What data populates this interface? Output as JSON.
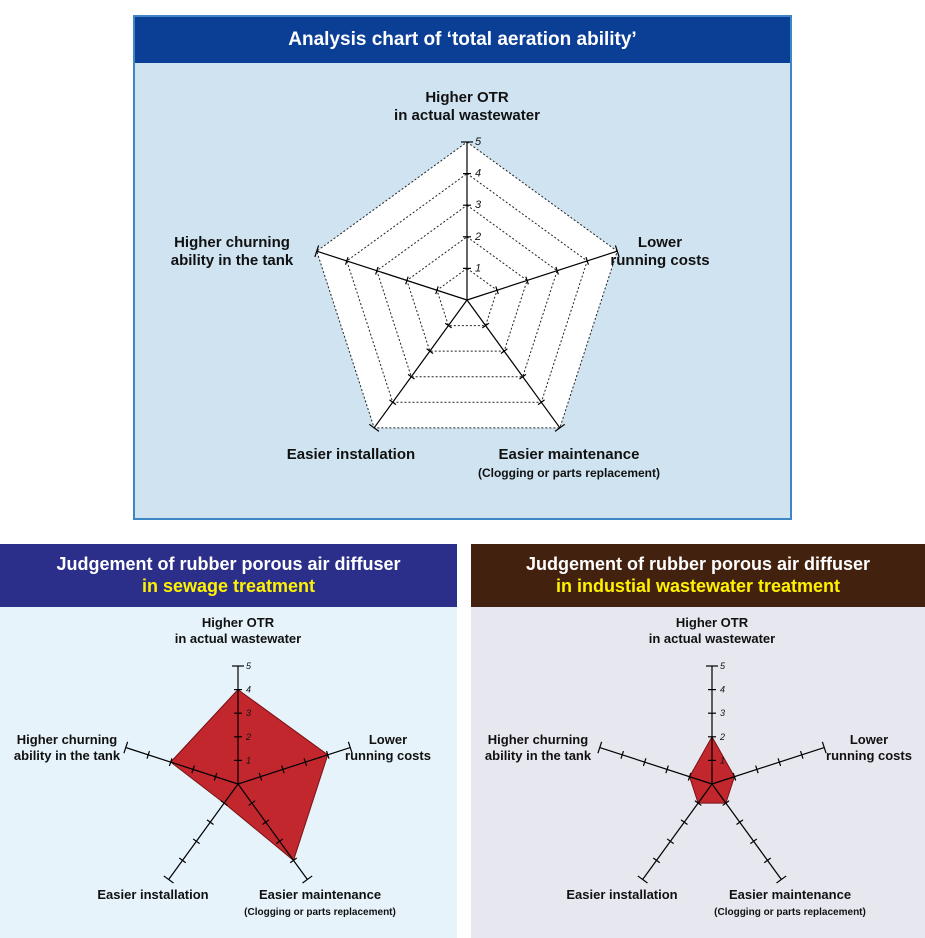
{
  "chart_data": [
    {
      "type": "radar",
      "title": "Analysis chart of ‘total aeration ability’",
      "axes": [
        {
          "lines": [
            "Higher OTR",
            "in actual wastewater"
          ]
        },
        {
          "lines": [
            "Lower",
            "running costs"
          ]
        },
        {
          "lines": [
            "Easier maintenance"
          ],
          "sub": "(Clogging or parts replacement)"
        },
        {
          "lines": [
            "Easier installation"
          ]
        },
        {
          "lines": [
            "Higher churning",
            "ability in the tank"
          ]
        }
      ],
      "scale": {
        "min": 0,
        "max": 5,
        "ticks": [
          "1",
          "2",
          "3",
          "4",
          "5"
        ]
      },
      "grid": "dotted",
      "series": []
    },
    {
      "type": "radar",
      "title": "Judgement of rubber porous air diffuser",
      "title_highlight": "in sewage treatment",
      "axes": [
        {
          "lines": [
            "Higher OTR",
            "in actual wastewater"
          ]
        },
        {
          "lines": [
            "Lower",
            "running costs"
          ]
        },
        {
          "lines": [
            "Easier maintenance"
          ],
          "sub": "(Clogging or parts replacement)"
        },
        {
          "lines": [
            "Easier installation"
          ]
        },
        {
          "lines": [
            "Higher churning",
            "ability in the tank"
          ]
        }
      ],
      "scale": {
        "min": 0,
        "max": 5,
        "ticks": [
          "1",
          "2",
          "3",
          "4",
          "5"
        ]
      },
      "series": [
        {
          "values": [
            4,
            4,
            4,
            1,
            3
          ]
        }
      ]
    },
    {
      "type": "radar",
      "title": "Judgement of rubber porous air diffuser",
      "title_highlight": "in industial wastewater treatment",
      "axes": [
        {
          "lines": [
            "Higher OTR",
            "in actual wastewater"
          ]
        },
        {
          "lines": [
            "Lower",
            "running costs"
          ]
        },
        {
          "lines": [
            "Easier maintenance"
          ],
          "sub": "(Clogging or parts replacement)"
        },
        {
          "lines": [
            "Easier installation"
          ]
        },
        {
          "lines": [
            "Higher churning",
            "ability in the tank"
          ]
        }
      ],
      "scale": {
        "min": 0,
        "max": 5,
        "ticks": [
          "1",
          "2",
          "3",
          "4",
          "5"
        ]
      },
      "series": [
        {
          "values": [
            2,
            1,
            1,
            1,
            1
          ]
        }
      ]
    }
  ],
  "colors": {
    "main_title_bg": "#0b3f96",
    "main_panel_bg": "#cfe3f1",
    "main_panel_border": "#3f86c6",
    "sewage_title_bg": "#2b2f8a",
    "sewage_panel_bg": "#e6f3fb",
    "industrial_title_bg": "#42220e",
    "industrial_panel_bg": "#e7e7ef",
    "highlight_text": "#fff200",
    "fill_red": "#c1272d",
    "fill_stroke": "#7a1115"
  }
}
